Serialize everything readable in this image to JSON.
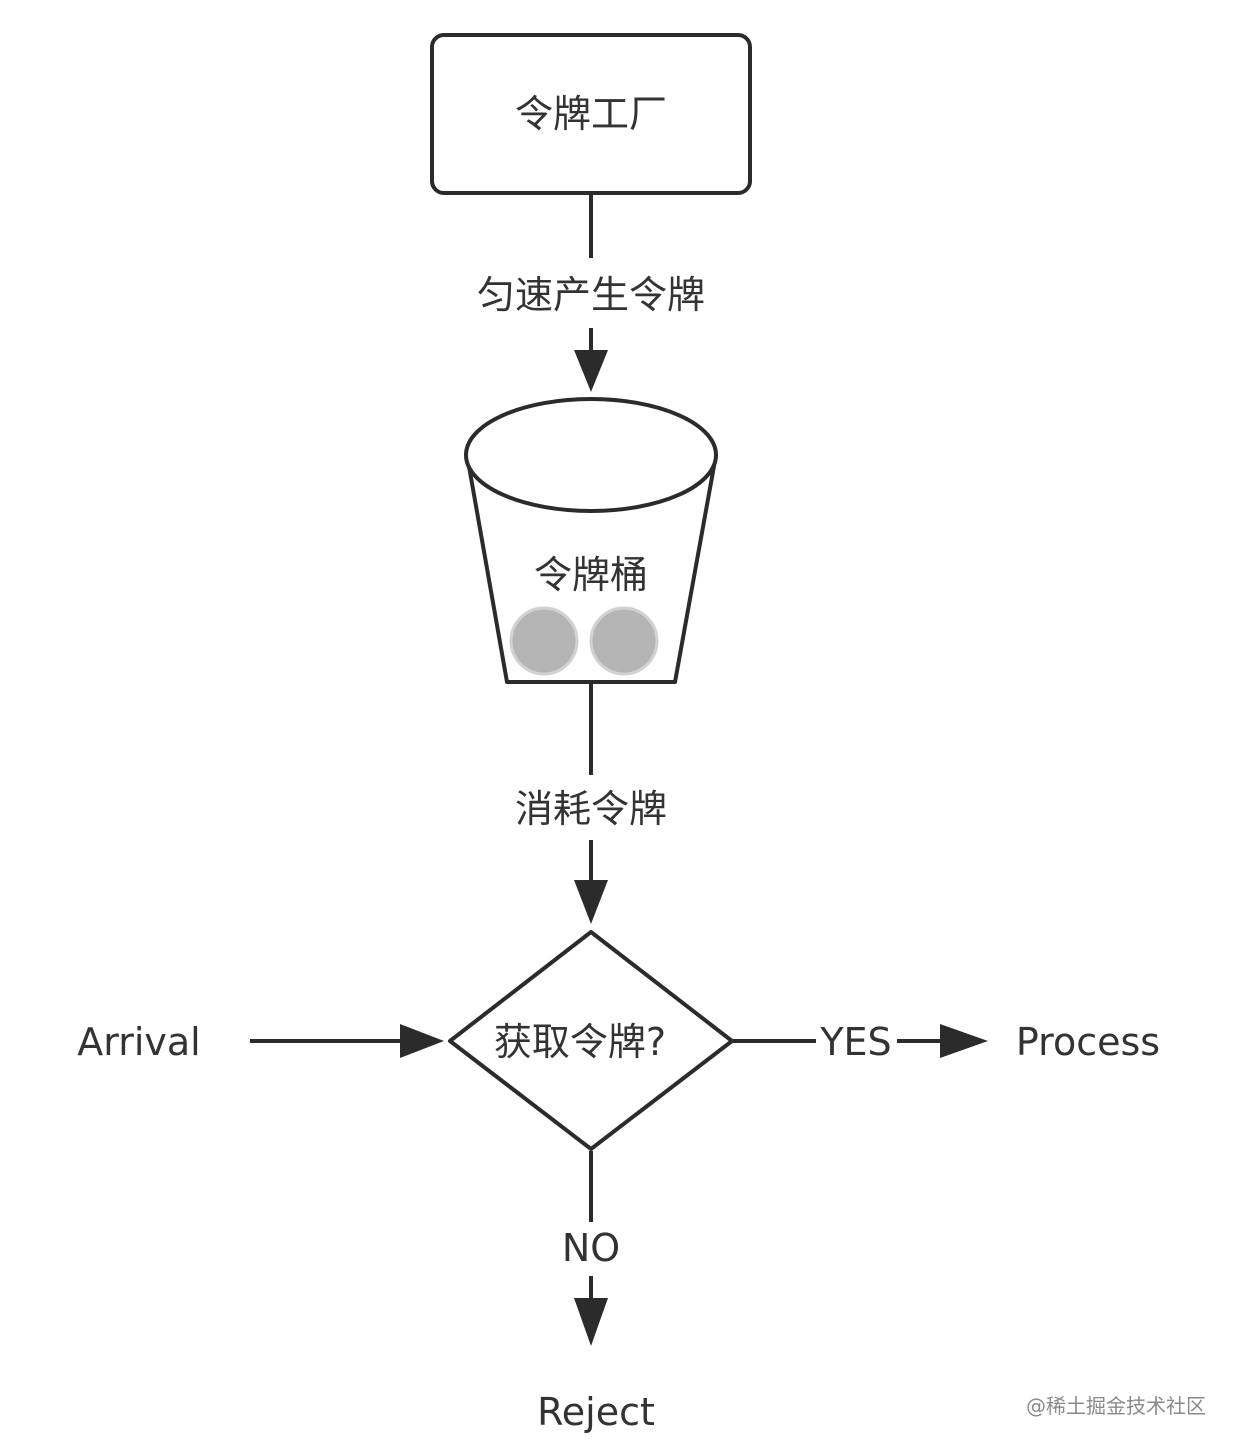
{
  "nodes": {
    "factory": "令牌工厂",
    "bucket": "令牌桶",
    "decision": "获取令牌?",
    "arrival": "Arrival",
    "process": "Process",
    "reject": "Reject"
  },
  "edges": {
    "produce": "匀速产生令牌",
    "consume": "消耗令牌",
    "yes": "YES",
    "no": "NO"
  },
  "watermark": "@稀土掘金技术社区",
  "colors": {
    "stroke": "#2b2b2b",
    "text": "#333333",
    "token": "#b5b5b5"
  },
  "token_count": 2
}
